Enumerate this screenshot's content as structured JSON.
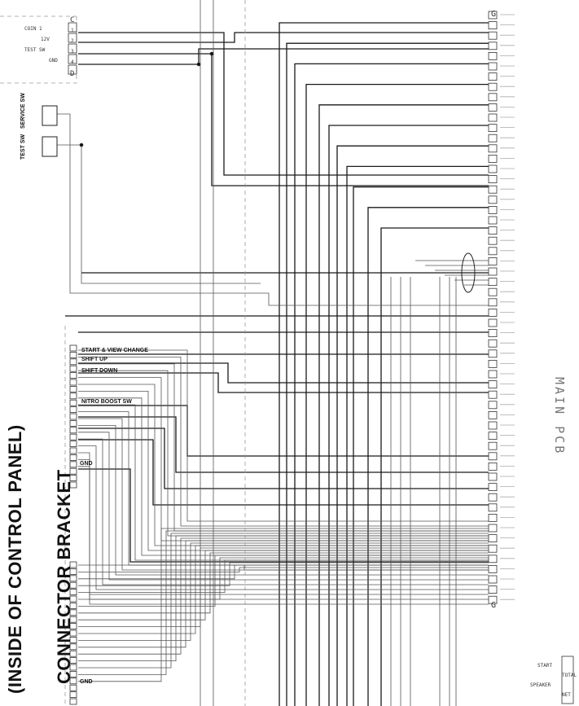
{
  "diagram": {
    "title_line1": "CONNECTOR BRACKET",
    "title_line2": "(INSIDE OF CONTROL PANEL)",
    "board_label": "MAIN PCB",
    "service_switch": "SERVICE SW",
    "test_switch": "TEST SW",
    "switch_labels": [
      "START & VIEW CHANGE",
      "SHIFT UP",
      "SHIFT DOWN",
      "NITRO BOOST SW"
    ],
    "gnd_label": "GND",
    "connector_top_pins": [
      "1",
      "2",
      "3",
      "4"
    ],
    "connector_top_letters": [
      "C",
      "D"
    ],
    "top_left_labels": [
      "COIN 1",
      "12V",
      "TEST SW",
      "GND"
    ],
    "bottom_right_labels": [
      "START",
      "TOTAL",
      "SPEAKER",
      "NET"
    ],
    "right_pin_end_letters": [
      "G",
      "G"
    ],
    "line_color": "#1a1a1a",
    "dash_color": "#9a9a9a"
  }
}
